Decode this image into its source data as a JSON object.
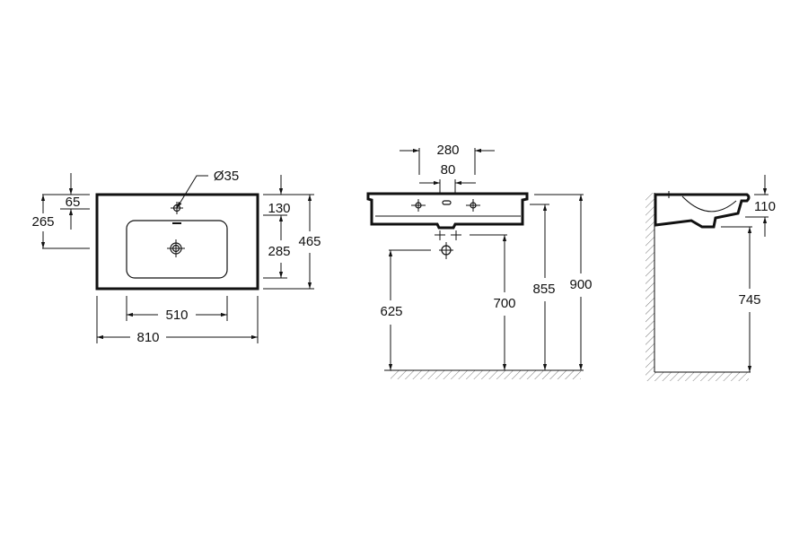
{
  "top_view": {
    "tap_hole_diameter": "Ø35",
    "dims": {
      "tap_from_back": "65",
      "drain_from_back": "265",
      "back_to_basin": "130",
      "basin_depth": "285",
      "total_depth": "465",
      "basin_width": "510",
      "total_width": "810"
    }
  },
  "front_view": {
    "dims": {
      "tap_spacing": "280",
      "overflow_width": "80",
      "trap_height": "625",
      "waste_height": "700",
      "underside_height": "855",
      "rim_height": "900"
    }
  },
  "side_view": {
    "dims": {
      "bowl_depth": "110",
      "bottom_height": "745"
    }
  }
}
